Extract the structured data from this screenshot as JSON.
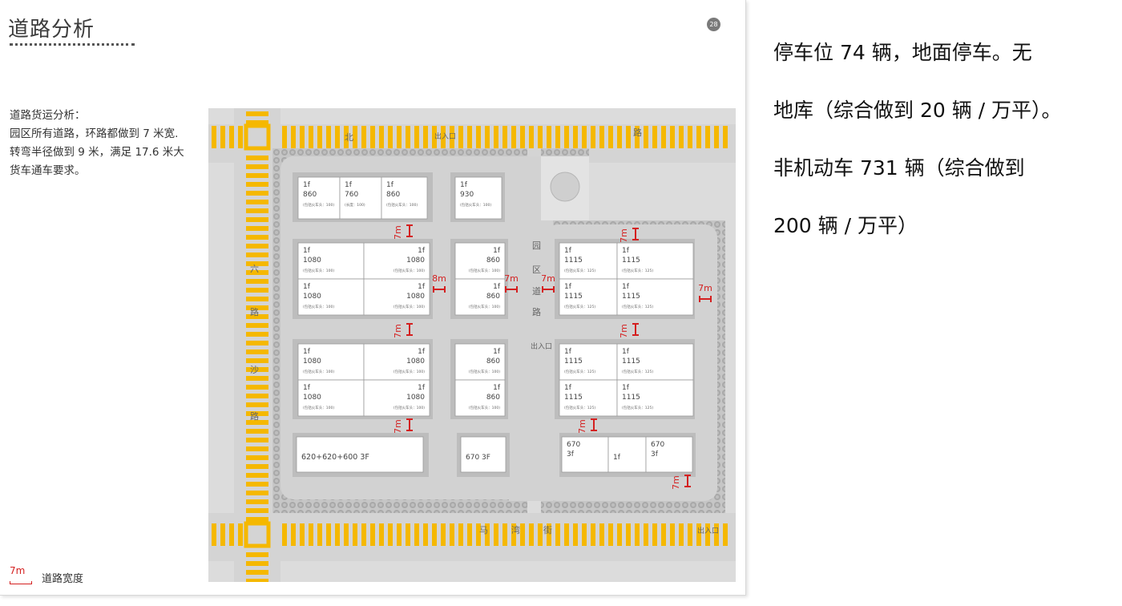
{
  "slide": {
    "title": "道路分析",
    "page_number": "28",
    "description_title": "道路货运分析：",
    "description_body": "园区所有道路，环路都做到 7 米宽. 转弯半径做到 9 米，满足 17.6 米大货车通车要求。"
  },
  "legend": {
    "swatch": "7m",
    "label": "道路宽度"
  },
  "plan": {
    "road_labels": {
      "top_left": "北",
      "top_entrance": "出入口",
      "top_right": "路",
      "left_road_1": "六",
      "left_road_2": "路",
      "left_road_3": "沙",
      "left_road_4": "路",
      "middle_1": "园",
      "middle_2": "区",
      "middle_3": "道",
      "middle_4": "路",
      "middle_entrance": "出入口",
      "bottom_1": "马",
      "bottom_2": "湾",
      "bottom_3": "街",
      "bottom_entrance": "出入口"
    },
    "buildings": [
      {
        "floor": "1f",
        "area": "860",
        "note": "(包括火车头：100)"
      },
      {
        "floor": "1f",
        "area": "760",
        "note": "(长度：100)"
      },
      {
        "floor": "1f",
        "area": "860",
        "note": "(包括火车头：100)"
      },
      {
        "floor": "1f",
        "area": "930",
        "note": "(包括火车头：100)"
      },
      {
        "floor": "1f",
        "area": "1080",
        "note": "(包括火车头：100)"
      },
      {
        "floor": "1f",
        "area": "1080",
        "note": "(包括火车头：100)"
      },
      {
        "floor": "1f",
        "area": "1080",
        "note": "(包括火车头：100)"
      },
      {
        "floor": "1f",
        "area": "1080",
        "note": "(包括火车头：100)"
      },
      {
        "floor": "1f",
        "area": "860",
        "note": "(包括火车头：100)"
      },
      {
        "floor": "1f",
        "area": "860",
        "note": "(包括火车头：100)"
      },
      {
        "floor": "1f",
        "area": "1115",
        "note": "(包括火车头：125)"
      },
      {
        "floor": "1f",
        "area": "1115",
        "note": "(包括火车头：125)"
      },
      {
        "floor": "1f",
        "area": "1115",
        "note": "(包括火车头：125)"
      },
      {
        "floor": "1f",
        "area": "1115",
        "note": "(包括火车头：125)"
      },
      {
        "floor": "1f",
        "area": "1080",
        "note": "(包括火车头：100)"
      },
      {
        "floor": "1f",
        "area": "1080",
        "note": "(包括火车头：100)"
      },
      {
        "floor": "1f",
        "area": "1080",
        "note": "(包括火车头：100)"
      },
      {
        "floor": "1f",
        "area": "1080",
        "note": "(包括火车头：100)"
      },
      {
        "floor": "1f",
        "area": "860",
        "note": "(包括火车头：100)"
      },
      {
        "floor": "1f",
        "area": "860",
        "note": "(包括火车头：100)"
      },
      {
        "floor": "1f",
        "area": "1115",
        "note": "(包括火车头：125)"
      },
      {
        "floor": "1f",
        "area": "1115",
        "note": "(包括火车头：125)"
      },
      {
        "floor": "1f",
        "area": "1115",
        "note": "(包括火车头：125)"
      },
      {
        "floor": "1f",
        "area": "1115",
        "note": "(包括火车头：125)"
      },
      {
        "floor": "",
        "area": "620+620+600 3F",
        "note": ""
      },
      {
        "floor": "",
        "area": "670 3F",
        "note": ""
      },
      {
        "floor": "670",
        "area": "3f",
        "note": ""
      },
      {
        "floor": "",
        "area": "1f",
        "note": ""
      },
      {
        "floor": "670",
        "area": "3f",
        "note": ""
      }
    ],
    "road_widths": [
      "7m",
      "7m",
      "8m",
      "7m",
      "7m",
      "7m",
      "7m",
      "7m",
      "7m",
      "7m",
      "7m",
      "7m"
    ],
    "colors": {
      "road_width_marker": "#d42020",
      "main_road_stripe": "#f5b800",
      "road": "#d2d2d2",
      "block": "#bdbdbd",
      "building": "#ffffff"
    }
  },
  "side_note": {
    "line1": "停车位 74 辆，地面停车。无",
    "line2": "地库（综合做到 20 辆 / 万平）。",
    "line3": "非机动车 731 辆（综合做到",
    "line4": "200 辆 / 万平）"
  }
}
